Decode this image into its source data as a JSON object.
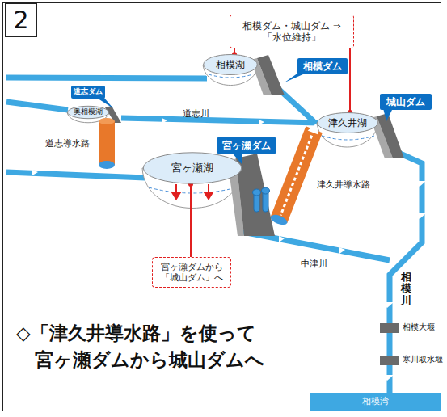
{
  "diagram": {
    "nodes": [
      {
        "text": [
          "2"
        ]
      },
      {
        "text": [
          "相模ダム・城山ダム ⇒「水位維持」"
        ]
      },
      {
        "text": [
          "相模ダム"
        ]
      },
      {
        "text": [
          "相模湖"
        ]
      },
      {
        "text": [
          "道志ダム"
        ]
      },
      {
        "text": [
          "奥相模湖"
        ]
      },
      {
        "text": [
          "城山ダム"
        ]
      },
      {
        "text": [
          "津久井湖"
        ]
      },
      {
        "text": [
          "宮ヶ瀬ダム"
        ]
      },
      {
        "text": [
          "宮ヶ瀬湖"
        ]
      },
      {
        "text": [
          "宮ヶ瀬ダムから 「城山ダム」へ"
        ]
      },
      {
        "text": [
          "相模湾"
        ]
      }
    ],
    "edges": [
      {
        "from": 1,
        "to": 3,
        "arrow": "none"
      },
      {
        "from": 1,
        "to": 7,
        "arrow": "none"
      },
      {
        "from": 10,
        "to": 9,
        "arrow": "none"
      }
    ],
    "labels": [
      "道志川",
      "道志導水路",
      "津久井導水路",
      "中津川",
      "相模川",
      "相模大堰",
      "寒川取水堰",
      "◇「津久井導水路」を使って 宮ヶ瀬ダムから城山ダムへ"
    ]
  }
}
